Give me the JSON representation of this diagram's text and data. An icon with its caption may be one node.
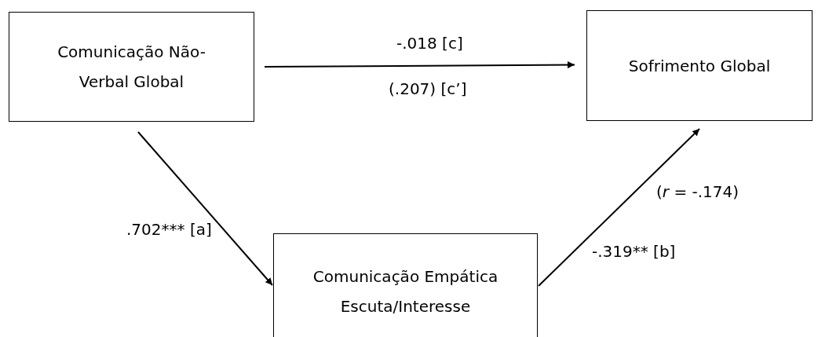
{
  "diagram": {
    "nodes": [
      {
        "text": [
          "Comunicação Não-Verbal Global"
        ]
      },
      {
        "text": [
          "Sofrimento Global"
        ]
      },
      {
        "text": [
          "Comunicação Empática Escuta/Interesse"
        ]
      }
    ],
    "edges": [
      {
        "from": 0,
        "to": 1,
        "arrow": "to",
        "label": "-.018 [c]"
      },
      {
        "from": 0,
        "to": 2,
        "arrow": "to",
        "label": ".702*** [a]"
      },
      {
        "from": 2,
        "to": 1,
        "arrow": "to",
        "label": "-.319** [b]"
      }
    ],
    "labels": [
      "(.207) [c’]",
      "(*r* = -.174)"
    ]
  }
}
